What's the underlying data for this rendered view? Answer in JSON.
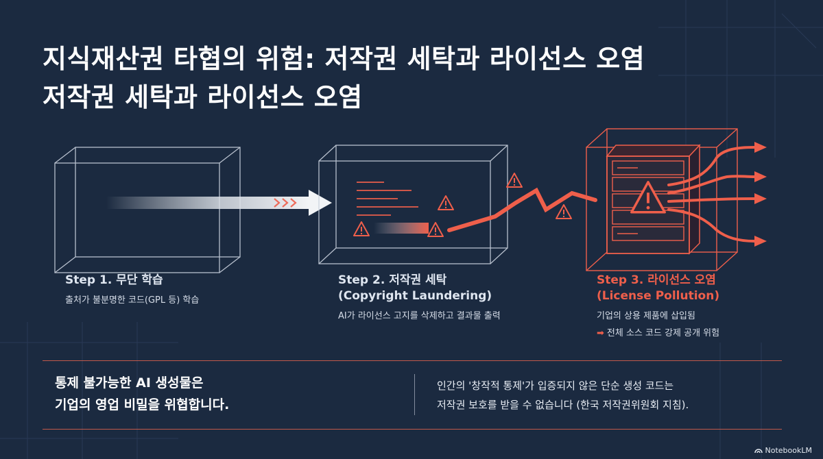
{
  "title": {
    "line1": "지식재산권 타협의 위험: 저작권 세탁과 라이선스 오염",
    "line2": "저작권 세탁과 라이선스 오염"
  },
  "steps": [
    {
      "title": "Step 1. 무단 학습",
      "desc": "출처가 불분명한 코드(GPL 등) 학습"
    },
    {
      "title": "Step 2. 저작권 세탁",
      "subtitle": "(Copyright Laundering)",
      "desc": "AI가 라이선스 고지를 삭제하고 결과물 출력"
    },
    {
      "title": "Step 3. 라이선스 오염",
      "subtitle": "(License Pollution)",
      "desc": "기업의 상용 제품에 삽입됨",
      "desc2": "전체 소스 코드 강제 공개 위험"
    }
  ],
  "bottom": {
    "left_line1": "통제 불가능한 AI 생성물은",
    "left_line2": "기업의 영업 비밀을 위협합니다.",
    "right_line1": "인간의 '창작적 통제'가 입증되지 않은 단순 생성 코드는",
    "right_line2": "저작권 보호를 받을 수 없습니다 (한국 저작권위원회 지침)."
  },
  "watermark": "NotebookLM",
  "colors": {
    "background": "#1b2a40",
    "line": "#c9d1dd",
    "accent": "#ef5f4b"
  },
  "icons": [
    "warning-icon",
    "arrow-right-icon",
    "server-icon",
    "notebooklm-logo-icon"
  ]
}
